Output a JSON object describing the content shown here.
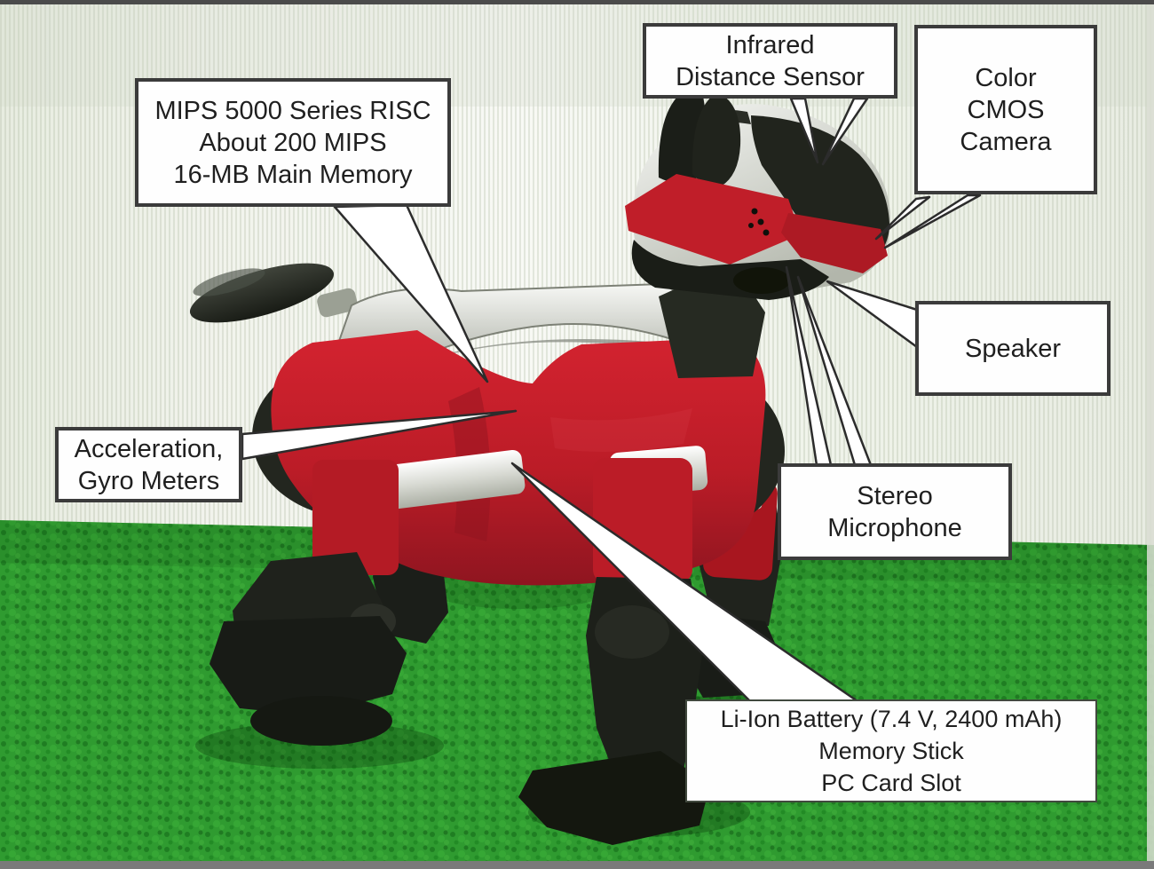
{
  "figure": {
    "description": "Annotated photograph of a red-and-black AIBO-style robot dog standing on green artificial turf, with white callout boxes labelling its hardware components",
    "palette": {
      "robot_red": "#c01e29",
      "robot_dark": "#20231d",
      "robot_silver": "#c6cac0",
      "grass_green": "#2f9b30",
      "wall_light": "#f1f3ed",
      "callout_bg": "#fefefe",
      "callout_border": "#3b3b3b",
      "callout_text": "#1f1f1f"
    }
  },
  "labels": {
    "processor": {
      "lines": [
        "MIPS 5000 Series RISC",
        "About 200 MIPS",
        "16-MB Main Memory"
      ]
    },
    "infrared": {
      "lines": [
        "Infrared",
        "Distance Sensor"
      ]
    },
    "camera": {
      "lines": [
        "Color",
        "CMOS",
        "Camera"
      ]
    },
    "speaker": {
      "lines": [
        "Speaker"
      ]
    },
    "microphone": {
      "lines": [
        "Stereo",
        "Microphone"
      ]
    },
    "acceleration": {
      "lines": [
        "Acceleration,",
        "Gyro Meters"
      ]
    },
    "battery": {
      "lines": [
        "Li-Ion Battery (7.4 V, 2400 mAh)",
        "Memory Stick",
        "PC Card Slot"
      ]
    }
  }
}
